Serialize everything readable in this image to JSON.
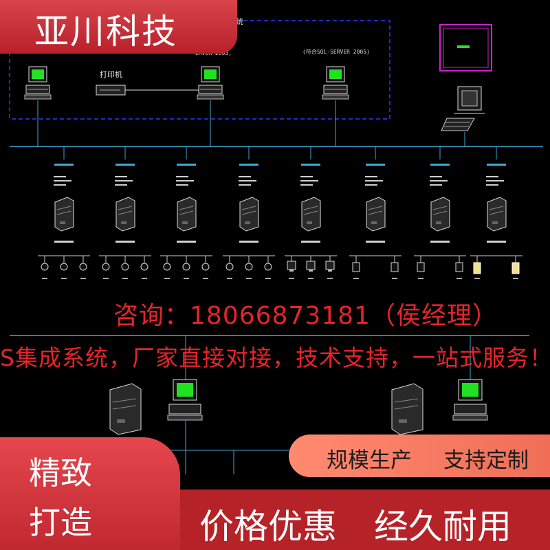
{
  "brand": {
    "name": "亚川科技"
  },
  "diagram": {
    "printer_label": "打印机",
    "server_os_label": "(符合SQL-SERVER 2005)",
    "top_fragments": [
      "统",
      "ERVER 2003,"
    ],
    "nodes": [
      {
        "name": "node-1",
        "icon": "server-tower-icon"
      },
      {
        "name": "node-2",
        "icon": "server-tower-icon"
      },
      {
        "name": "node-3",
        "icon": "server-tower-icon"
      },
      {
        "name": "node-4",
        "icon": "server-tower-icon"
      },
      {
        "name": "node-5",
        "icon": "server-tower-icon"
      },
      {
        "name": "node-6",
        "icon": "server-tower-icon"
      },
      {
        "name": "node-7",
        "icon": "server-tower-icon"
      },
      {
        "name": "node-8",
        "icon": "server-tower-icon"
      }
    ],
    "colors": {
      "bus": "#3fa9d8",
      "dashed_box": "#2a3cff",
      "screen": "#22e022",
      "display_frame": "#d020d0"
    }
  },
  "overlay": {
    "consult": "咨询：18066873181（侯经理）",
    "slogan": "S集成系统，厂家直接对接，技术支持，一站式服务！",
    "corner_line1": "精致",
    "corner_line2": "打造",
    "orange_left": "规模生产",
    "orange_right": "支持定制",
    "bottom_left": "价格优惠",
    "bottom_right": "经久耐用",
    "colors": {
      "red_text": "#e8232a",
      "badge_red": "#c8323a",
      "orange": "#f5795f",
      "dark_red": "#b52228"
    }
  }
}
